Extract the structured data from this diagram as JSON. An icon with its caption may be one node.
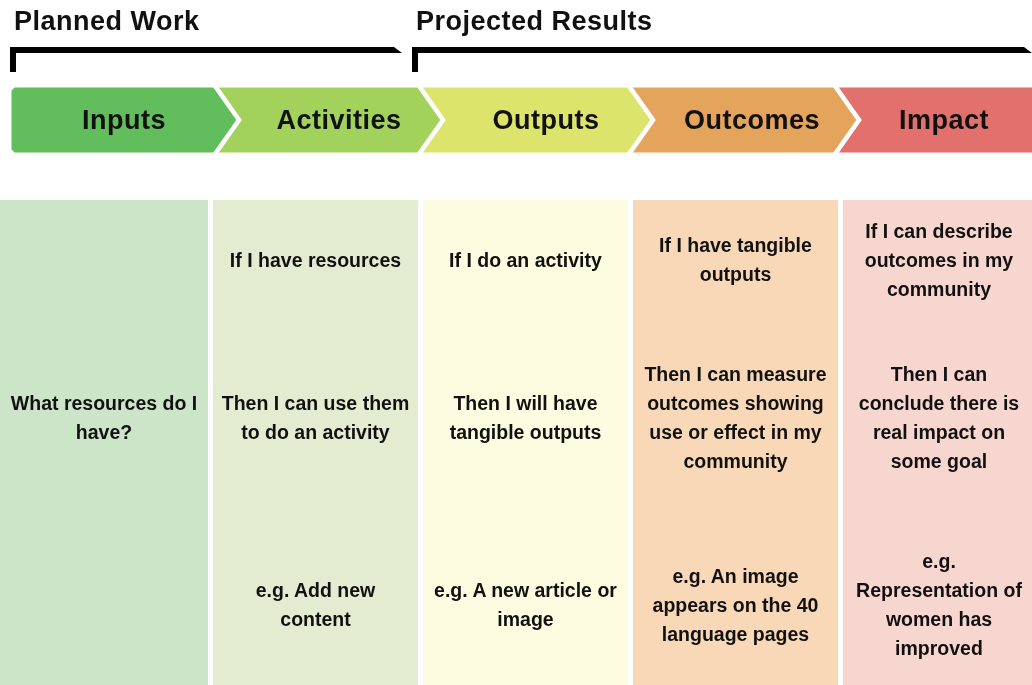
{
  "diagram": {
    "nodes": [
      {
        "text": [
          "Planned Work"
        ]
      },
      {
        "text": [
          "Projected Results"
        ]
      },
      {
        "text": [
          "Inputs"
        ]
      },
      {
        "text": [
          "Activities"
        ]
      },
      {
        "text": [
          "Outputs"
        ]
      },
      {
        "text": [
          "Outcomes"
        ]
      },
      {
        "text": [
          "Impact"
        ]
      },
      {
        "text": [
          "What resources do I have?"
        ]
      },
      {
        "text": [
          "If I have resources",
          "Then I can use them to do an activity",
          "e.g. Add new content"
        ]
      },
      {
        "text": [
          "If I do an activity",
          "Then I will have tangible outputs",
          "e.g. A new article or image"
        ]
      },
      {
        "text": [
          "If I have tangible outputs",
          "Then I can measure outcomes showing use or effect in my community",
          "e.g. An image appears on the 40 language pages"
        ]
      },
      {
        "text": [
          "If I can describe outcomes in my community",
          "Then I can conclude there is real impact on some goal",
          "e.g. Representation of women has improved"
        ]
      }
    ]
  }
}
